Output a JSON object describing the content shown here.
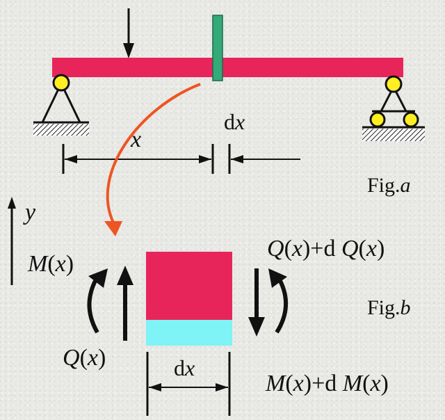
{
  "labels": {
    "x_var": "x",
    "dx_top_d": "d",
    "dx_top_x": "x",
    "fig_a_prefix": "Fig.",
    "fig_a_letter": "a",
    "y_axis": "y",
    "m_left_M": "M",
    "m_left_open": "(",
    "m_left_x": "x",
    "m_left_close": ")",
    "q_right_Q1": "Q",
    "q_right_open1": "(",
    "q_right_x1": "x",
    "q_right_mid": ")+d ",
    "q_right_Q2": "Q",
    "q_right_open2": "(",
    "q_right_x2": "x",
    "q_right_close2": ")",
    "fig_b_prefix": "Fig.",
    "fig_b_letter": "b",
    "q_left_Q": "Q",
    "q_left_open": "(",
    "q_left_x": "x",
    "q_left_close": ")",
    "dx_bottom_d": "d",
    "dx_bottom_x": "x",
    "m_right_M1": "M",
    "m_right_open1": "(",
    "m_right_x1": "x",
    "m_right_mid": ")+d ",
    "m_right_M2": "M",
    "m_right_open2": "(",
    "m_right_x2": "x",
    "m_right_close2": ")"
  },
  "colors": {
    "beam": "#e8255a",
    "element_marker": "#33aa77",
    "pin": "#ffee22",
    "element_top": "#e8255a",
    "element_bottom": "#7ff3f5",
    "curve_arrow": "#ee5522"
  }
}
